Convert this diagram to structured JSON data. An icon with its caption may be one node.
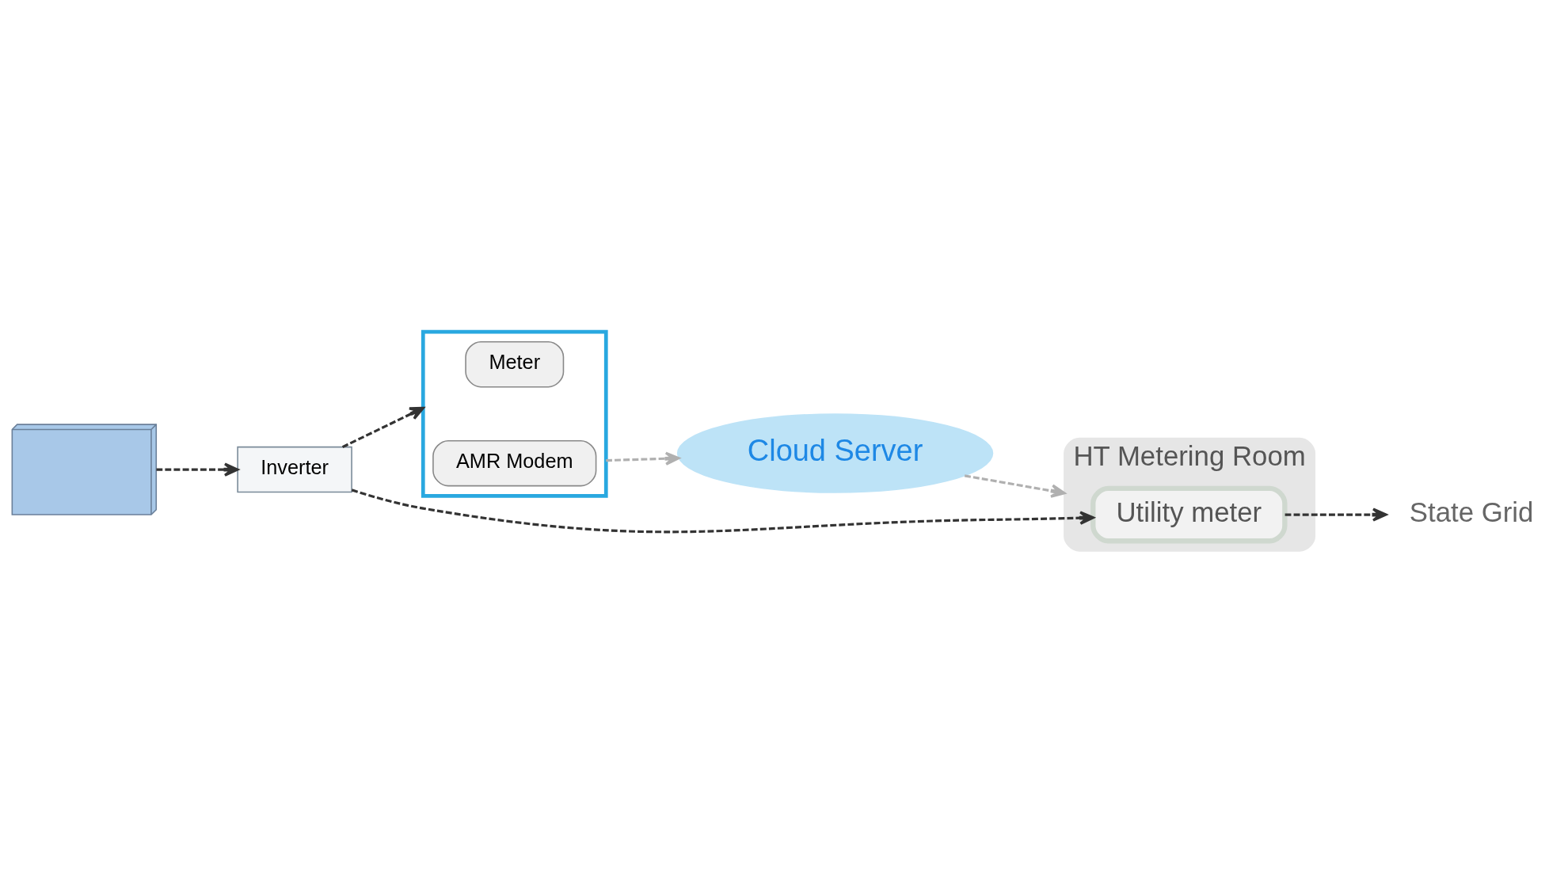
{
  "diagram": {
    "nodes": [
      {
        "text": [],
        "shape": "box"
      },
      {
        "text": [
          "Meter"
        ],
        "in": 0
      },
      {
        "text": [
          "AMR Modem"
        ],
        "in": 0
      },
      {
        "text": [
          "Inverter"
        ]
      },
      {
        "text": [
          "Cloud Server"
        ]
      },
      {
        "text": [
          "HT Metering Room"
        ]
      },
      {
        "text": [
          "Utility meter"
        ],
        "in": 5
      },
      {
        "text": [
          "State Grid"
        ]
      },
      {
        "text": [],
        "shape": "picture"
      }
    ],
    "edges": [
      {
        "from": 8,
        "to": 3,
        "arrow": "to",
        "style": "dashed"
      },
      {
        "from": 3,
        "to": 0,
        "arrow": "to",
        "style": "dashed"
      },
      {
        "from": 0,
        "to": 4,
        "arrow": "to",
        "style": "dashed",
        "color": "#b0b0b0"
      },
      {
        "from": 4,
        "to": 5,
        "arrow": "to",
        "style": "dashed",
        "color": "#b0b0b0"
      },
      {
        "from": 3,
        "to": 6,
        "arrow": "to",
        "style": "dashed"
      },
      {
        "from": 6,
        "to": 7,
        "arrow": "to",
        "style": "dashed"
      }
    ]
  }
}
